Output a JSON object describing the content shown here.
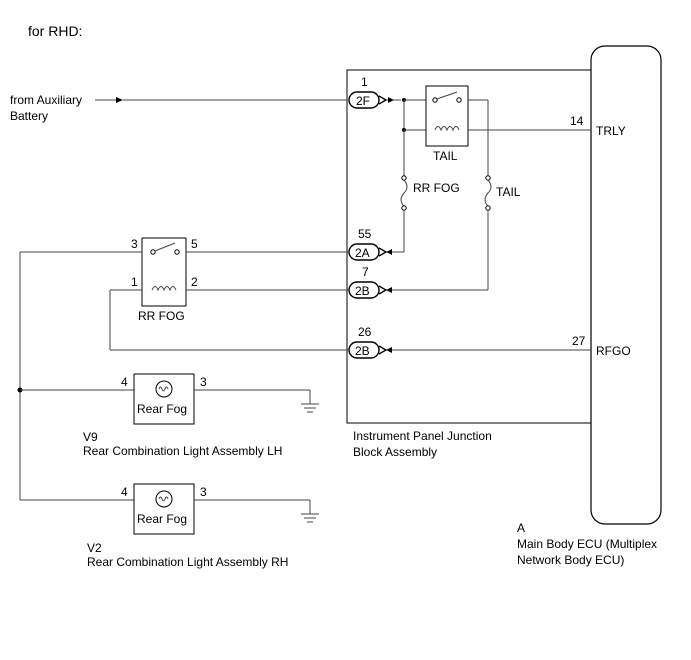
{
  "title": "for RHD:",
  "source": {
    "line1": "from Auxiliary",
    "line2": "Battery"
  },
  "junction_block": {
    "line1": "Instrument Panel Junction",
    "line2": "Block Assembly",
    "tail_relay": "TAIL",
    "rr_fog_fuse": "RR FOG",
    "tail_fuse": "TAIL",
    "connectors": {
      "c2f": {
        "code": "2F",
        "pin": "1"
      },
      "c2a": {
        "code": "2A",
        "pin": "55"
      },
      "c2b_7": {
        "code": "2B",
        "pin": "7"
      },
      "c2b_26": {
        "code": "2B",
        "pin": "26"
      }
    }
  },
  "ecu": {
    "code": "A",
    "line1": "Main Body ECU (Multiplex",
    "line2": "Network Body ECU)",
    "trly": {
      "pin": "14",
      "name": "TRLY"
    },
    "rfgo": {
      "pin": "27",
      "name": "RFGO"
    }
  },
  "rr_fog_relay": {
    "label": "RR FOG",
    "pins": {
      "p1": "1",
      "p2": "2",
      "p3": "3",
      "p5": "5"
    }
  },
  "lamp_lh": {
    "code": "V9",
    "name": "Rear Combination Light Assembly LH",
    "lamp": "Rear Fog",
    "pin_in": "4",
    "pin_out": "3"
  },
  "lamp_rh": {
    "code": "V2",
    "name": "Rear Combination Light Assembly RH",
    "lamp": "Rear Fog",
    "pin_in": "4",
    "pin_out": "3"
  }
}
